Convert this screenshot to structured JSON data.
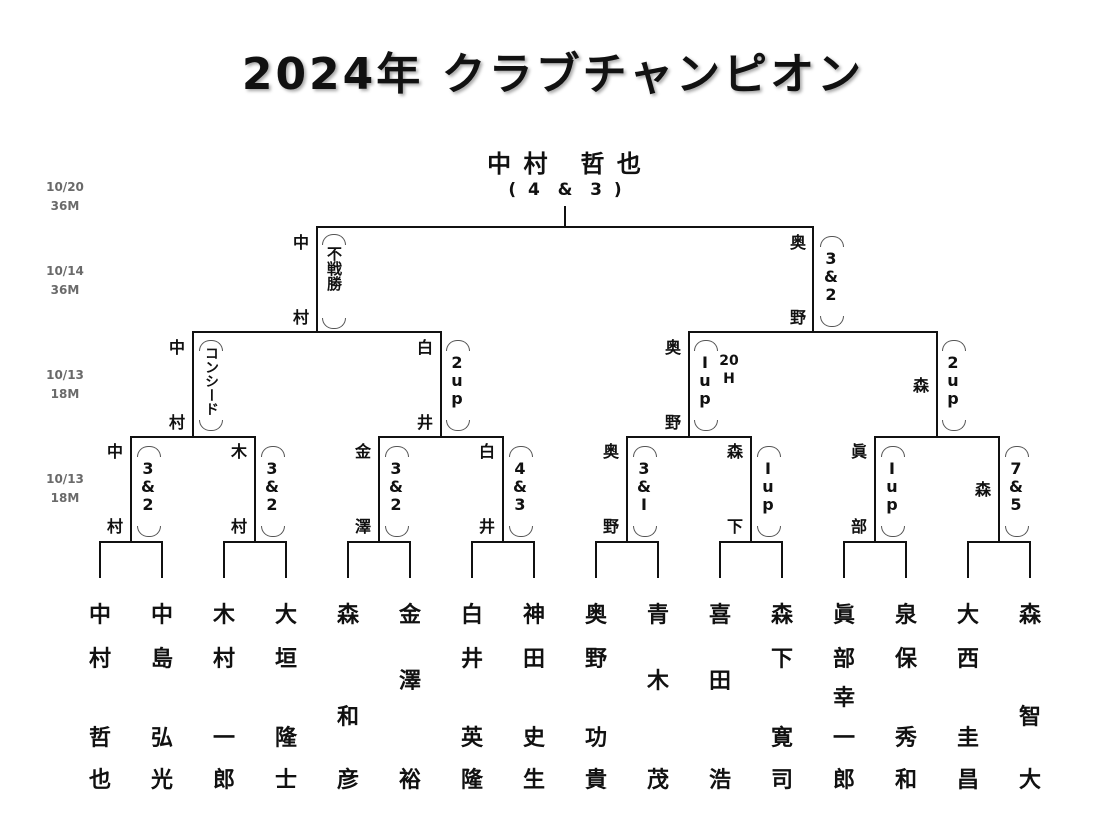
{
  "title": "2024年 クラブチャンピオン",
  "champion": {
    "name": "中 村   哲 也",
    "score": "(  4   &   3  )"
  },
  "rounds": [
    {
      "date": "10/20",
      "holes": "36M"
    },
    {
      "date": "10/14",
      "holes": "36M"
    },
    {
      "date": "10/13",
      "holes": "18M"
    },
    {
      "date": "10/13",
      "holes": "18M"
    }
  ],
  "final": {
    "left_winner_top": "中",
    "left_winner_bottom": "村",
    "left_result": "不戦勝",
    "right_winner_top": "奥",
    "right_winner_bottom": "野",
    "right_result": [
      "3",
      "&",
      "2"
    ]
  },
  "semis": {
    "s1_top": "中",
    "s1_bottom": "村",
    "s1_result": "コンシード",
    "s2_top": "白",
    "s2_bottom": "井",
    "s2_result": [
      "2",
      "u",
      "p"
    ],
    "s3_top": "奥",
    "s3_bottom": "野",
    "s3_result": [
      "I",
      "u",
      "p"
    ],
    "s3_extra": [
      "20",
      "H"
    ],
    "s4_top": "森",
    "s4_result": [
      "2",
      "u",
      "p"
    ]
  },
  "quarters": [
    {
      "top": "中",
      "bottom": "村",
      "result": [
        "3",
        "&",
        "2"
      ]
    },
    {
      "top": "木",
      "bottom": "村",
      "result": [
        "3",
        "&",
        "2"
      ]
    },
    {
      "top": "金",
      "bottom": "澤",
      "result": [
        "3",
        "&",
        "2"
      ]
    },
    {
      "top": "白",
      "bottom": "井",
      "result": [
        "4",
        "&",
        "3"
      ]
    },
    {
      "top": "奥",
      "bottom": "野",
      "result": [
        "3",
        "&",
        "I"
      ]
    },
    {
      "top": "森",
      "bottom": "下",
      "result": [
        "I",
        "u",
        "p"
      ]
    },
    {
      "top": "眞",
      "bottom": "部",
      "result": [
        "I",
        "u",
        "p"
      ]
    },
    {
      "top": "森",
      "bottom": "",
      "result": [
        "7",
        "&",
        "5"
      ]
    }
  ],
  "players": [
    [
      "中",
      "村",
      "",
      "哲",
      "也"
    ],
    [
      "中",
      "島",
      "",
      "弘",
      "光"
    ],
    [
      "木",
      "村",
      "",
      "一",
      "郎"
    ],
    [
      "大",
      "垣",
      "",
      "隆",
      "士"
    ],
    [
      "森",
      "",
      "和",
      "",
      "彦"
    ],
    [
      "金",
      "",
      "澤",
      "",
      "裕"
    ],
    [
      "白",
      "井",
      "",
      "英",
      "隆"
    ],
    [
      "神",
      "田",
      "",
      "史",
      "生"
    ],
    [
      "奥",
      "野",
      "",
      "功",
      "貴"
    ],
    [
      "青",
      "",
      "木",
      "",
      "茂"
    ],
    [
      "喜",
      "",
      "田",
      "",
      "浩"
    ],
    [
      "森",
      "下",
      "",
      "寛",
      "司"
    ],
    [
      "眞",
      "部",
      "幸",
      "一",
      "郎"
    ],
    [
      "泉",
      "保",
      "",
      "秀",
      "和"
    ],
    [
      "大",
      "西",
      "",
      "圭",
      "昌"
    ],
    [
      "森",
      "",
      "智",
      "",
      "大"
    ]
  ]
}
